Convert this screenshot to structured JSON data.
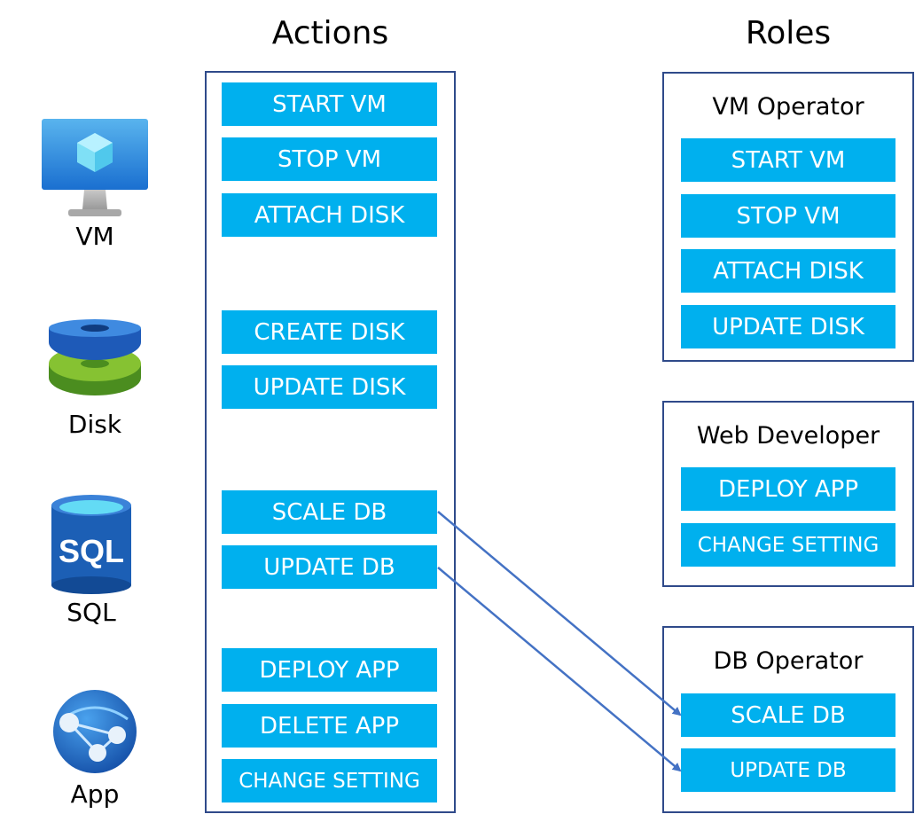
{
  "headings": {
    "actions": "Actions",
    "roles": "Roles"
  },
  "resources": [
    {
      "label": "VM",
      "icon": "vm-monitor-icon"
    },
    {
      "label": "Disk",
      "icon": "disk-icon"
    },
    {
      "label": "SQL",
      "icon": "sql-database-icon",
      "icon_text": "SQL"
    },
    {
      "label": "App",
      "icon": "web-app-globe-icon"
    }
  ],
  "actions": [
    "START VM",
    "STOP VM",
    "ATTACH DISK",
    "CREATE DISK",
    "UPDATE DISK",
    "SCALE DB",
    "UPDATE DB",
    "DEPLOY APP",
    "DELETE APP",
    "CHANGE SETTING"
  ],
  "roles": [
    {
      "title": "VM Operator",
      "actions": [
        "START VM",
        "STOP VM",
        "ATTACH DISK",
        "UPDATE DISK"
      ]
    },
    {
      "title": "Web Developer",
      "actions": [
        "DEPLOY APP",
        "CHANGE SETTING"
      ]
    },
    {
      "title": "DB Operator",
      "actions": [
        "SCALE DB",
        "UPDATE DB"
      ]
    }
  ],
  "connections": [
    {
      "from": "SCALE DB",
      "to": "DB Operator / SCALE DB"
    },
    {
      "from": "UPDATE DB",
      "to": "DB Operator / UPDATE DB"
    }
  ],
  "colors": {
    "pill": "#00b0ee",
    "frame": "#2f4a8a",
    "arrow": "#4472c4"
  }
}
